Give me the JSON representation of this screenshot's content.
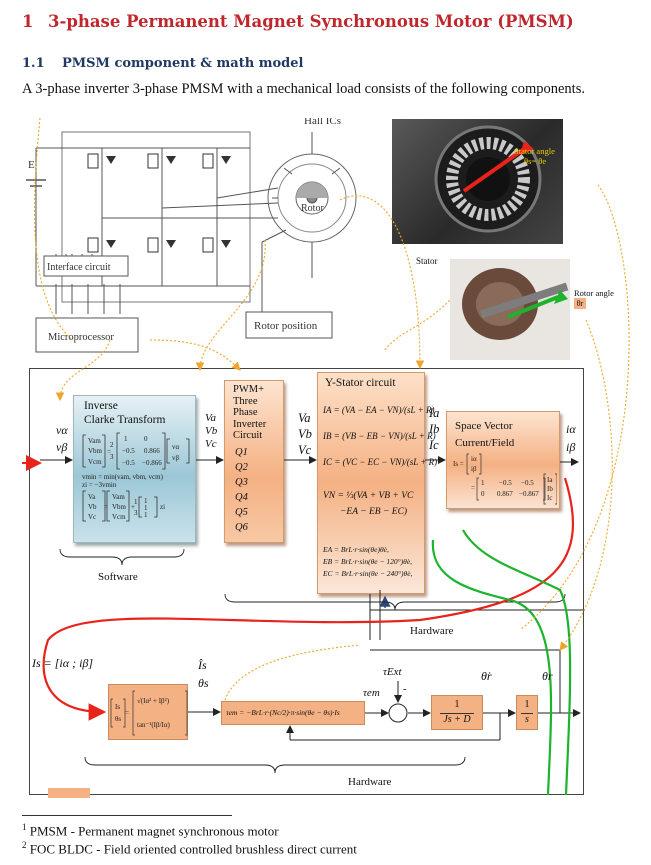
{
  "heading1": {
    "number": "1",
    "text": "3-phase Permanent Magnet Synchronous Motor (PMSM)"
  },
  "heading2": {
    "number": "1.1",
    "text": "PMSM component & math model"
  },
  "intro": "A 3-phase inverter 3-phase PMSM with a mechanical load consists of the following components.",
  "circuit": {
    "hall_ics": "Hall ICs",
    "rotor": "Rotor",
    "interface": "Interface circuit",
    "rotor_position": "Rotor position",
    "microprocessor": "Microprocessor",
    "source": "E"
  },
  "photos": {
    "stator_angle": "Stator angle",
    "stator_angle_eq": "θs= θe",
    "stator": "Stator",
    "rotor_angle": "Rotor angle",
    "rotor_angle_sym": "θr"
  },
  "blocks": {
    "clarke_line1": "Inverse",
    "clarke_line2": "Clarke Transform",
    "pwm_lines": [
      "PWM+",
      "Three",
      "Phase",
      "Inverter",
      "Circuit"
    ],
    "switches": [
      "Q1",
      "Q2",
      "Q3",
      "Q4",
      "Q5",
      "Q6"
    ],
    "ystator_title": "Y-Stator circuit",
    "svc_line1": "Space Vector",
    "svc_line2": "Current/Field"
  },
  "signals": {
    "v_alpha": "vα",
    "v_beta": "vβ",
    "va": "Va",
    "vb": "Vb",
    "vc": "Vc",
    "Va": "Va",
    "Vb": "Vb",
    "Vc": "Vc",
    "ia": "Ia",
    "ib": "Ib",
    "ic": "Ic",
    "i_alpha": "iα",
    "i_beta": "iβ",
    "is_hat": "Îs",
    "theta_s": "θs",
    "tau_ext": "τExt",
    "tau_em": "τem",
    "theta_r_dot": "θ̇r",
    "theta_r": "θr",
    "minus": "-",
    "plus": "+"
  },
  "equations": {
    "ia": "IA = (VA − EA − VN)/(sL + R)",
    "ib": "IB = (VB − EB − VN)/(sL + R)",
    "ic": "IC = (VC − EC − VN)/(sL + R)",
    "vn1": "VN = ⅓(VA + VB + VC",
    "vn2": "−EA − EB − EC)",
    "ea": "EA = BrL·r·sin(θe)θ̇e,",
    "eb": "EB = BrL·r·sin(θe − 120°)θ̇e,",
    "ec": "EC = BrL·r·sin(θe − 240°)θ̇e,",
    "is_vec": "Is = [iα ; iβ]",
    "mag": "√(Iα² + Iβ²)",
    "ang": "tan⁻¹(Iβ/Iα)",
    "torque": "τem = −BrL·r·(Nc/2)·π·sin(θe − θs)·Is",
    "tf1_num": "1",
    "tf1_den": "Js + D",
    "tf2_num": "1",
    "tf2_den": "s"
  },
  "group_labels": {
    "software": "Software",
    "hardware_top": "Hardware",
    "hardware_bottom": "Hardware"
  },
  "footnotes": [
    {
      "mark": "1",
      "text": "PMSM - Permanent magnet synchronous motor"
    },
    {
      "mark": "2",
      "text": "FOC BLDC - Field oriented controlled brushless direct current"
    }
  ],
  "colors": {
    "heading1": "#c0272d",
    "heading2": "#1f3864",
    "block_orange": "#f4b183",
    "clarke_blue": "#b4d6e3",
    "arrow_red": "#e8231b",
    "wire_green": "#1db32d",
    "dotted_orange": "#f0a52a"
  }
}
